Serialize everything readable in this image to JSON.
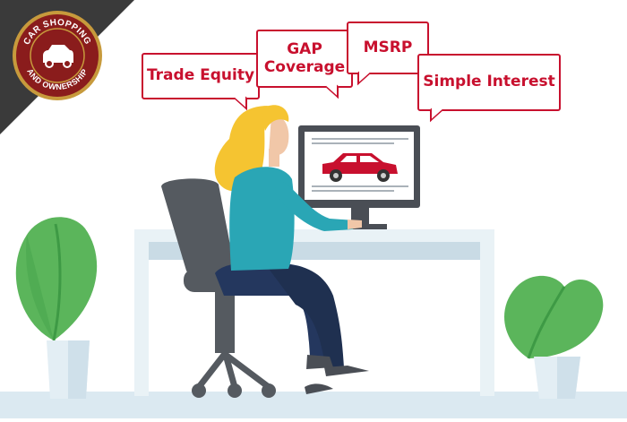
{
  "badge": {
    "top_text": "CAR SHOPPING",
    "bottom_text": "AND OWNERSHIP",
    "icon": "car-icon"
  },
  "bubbles": {
    "trade_equity": "Trade Equity",
    "gap_coverage": "GAP\nCoverage",
    "msrp": "MSRP",
    "simple_interest": "Simple Interest"
  },
  "colors": {
    "brand_red": "#c8102e",
    "badge_fill": "#8a1c1c",
    "badge_ring": "#c79a3c",
    "corner_dark": "#3a3a3a",
    "floor": "#dbe9f1",
    "desk": "#e9f2f6",
    "desk_top": "#c9dbe5",
    "plant_green": "#5bb55b",
    "plant_dark": "#3e9a45",
    "shirt": "#2aa6b5",
    "pants": "#24375e",
    "hair": "#f5c431",
    "chair": "#555a60",
    "monitor": "#4a4e55"
  }
}
